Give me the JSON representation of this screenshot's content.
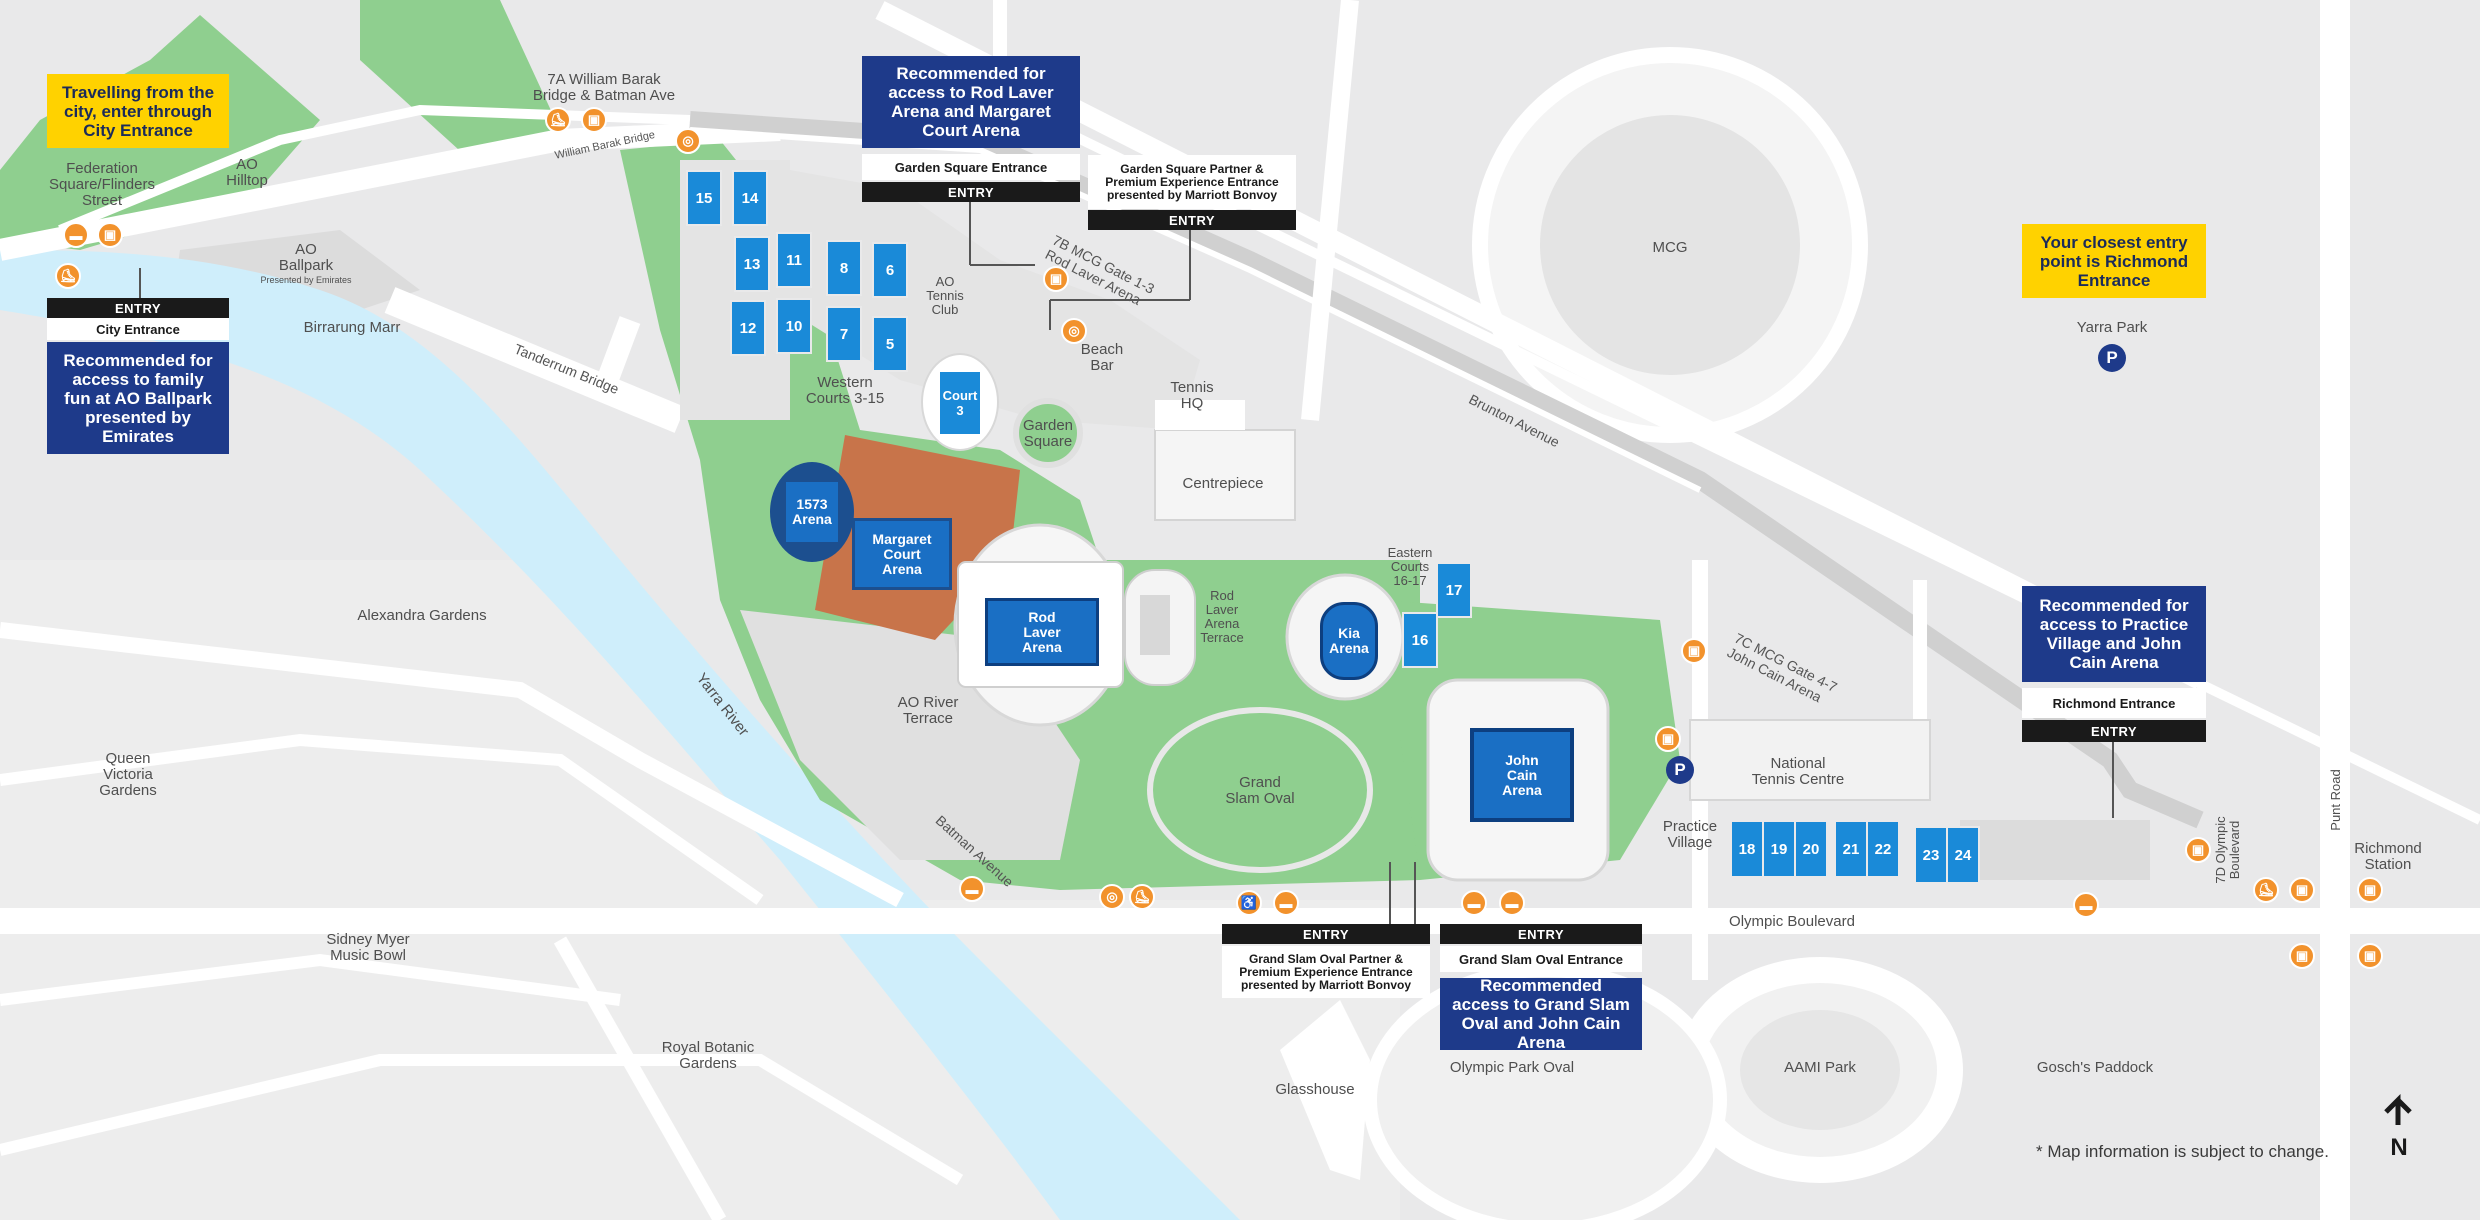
{
  "labels": {
    "federation": "Federation\nSquare/Flinders\nStreet",
    "ao_hilltop": "AO\nHilltop",
    "ao_ballpark": "AO\nBallpark",
    "ballpark_sub": "Presented by Emirates",
    "birrarung": "Birrarung Marr",
    "alexandra": "Alexandra Gardens",
    "queen_victoria": "Queen\nVictoria\nGardens",
    "sidney_myer": "Sidney Myer\nMusic Bowl",
    "royal_botanic": "Royal Botanic\nGardens",
    "yarra_river": "Yarra River",
    "wb_bridge_top": "7A William Barak\nBridge & Batman Ave",
    "ao_tennis_club": "AO\nTennis\nClub",
    "western_courts": "Western\nCourts 3-15",
    "garden_square": "Garden\nSquare",
    "beach_bar": "Beach\nBar",
    "tennis_hq": "Tennis\nHQ",
    "centrepiece": "Centrepiece",
    "rod_laver_terrace": "Rod\nLaver\nArena\nTerrace",
    "ao_river_terrace": "AO River\nTerrace",
    "grand_slam_oval": "Grand\nSlam Oval",
    "eastern_courts": "Eastern\nCourts\n16-17",
    "mcg": "MCG",
    "yarra_park": "Yarra Park",
    "national_tennis": "National\nTennis Centre",
    "practice_village": "Practice\nVillage",
    "olympic_park_oval": "Olympic Park Oval",
    "aami_park": "AAMI Park",
    "goschs": "Gosch's Paddock",
    "glasshouse": "Glasshouse",
    "richmond_station": "Richmond\nStation"
  },
  "streets": {
    "william_barak": "William Barak Bridge",
    "tanderrum": "Tanderrum Bridge",
    "batman": "Batman Avenue",
    "brunton": "Brunton Avenue",
    "gate_1_3": "7B MCG Gate 1-3\nRod Laver Arena",
    "gate_4_7": "7C MCG Gate 4-7\nJohn Cain Arena",
    "olympic_blvd": "Olympic Boulevard",
    "olympic_blvd_v": "7D Olympic\nBoulevard",
    "punt_road": "Punt Road"
  },
  "courts": {
    "c15": "15",
    "c14": "14",
    "c13": "13",
    "c11": "11",
    "c8": "8",
    "c6": "6",
    "c12": "12",
    "c10": "10",
    "c7": "7",
    "c5": "5",
    "c17": "17",
    "c16": "16",
    "c18": "18",
    "c19": "19",
    "c20": "20",
    "c21": "21",
    "c22": "22",
    "c23": "23",
    "c24": "24"
  },
  "arenas": {
    "court3": "Court\n3",
    "a1573": "1573\nArena",
    "margaret": "Margaret\nCourt\nArena",
    "rod_laver": "Rod\nLaver\nArena",
    "kia": "Kia\nArena",
    "john_cain": "John\nCain\nArena"
  },
  "callouts": {
    "city_yellow": "Travelling from the city, enter through City Entrance",
    "city_blue": "Recommended for access to family fun at AO Ballpark presented by Emirates",
    "garden_blue": "Recommended for access to Rod Laver Arena and Margaret Court Arena",
    "richmond_yellow": "Your closest entry point is Richmond Entrance",
    "richmond_blue": "Recommended for access to Practice Village and John Cain Arena",
    "gso_blue": "Recommended access to Grand Slam Oval and John Cain Arena"
  },
  "entries": {
    "entry_word": "ENTRY",
    "city": "City Entrance",
    "garden_square": "Garden Square Entrance",
    "garden_partner": "Garden Square Partner &\nPremium Experience Entrance\npresented by Marriott Bonvoy",
    "richmond": "Richmond Entrance",
    "gso": "Grand Slam Oval Entrance",
    "gso_partner": "Grand Slam Oval Partner &\nPremium Experience Entrance\npresented by Marriott Bonvoy"
  },
  "icons": {
    "tram": "tram-icon",
    "taxi": "taxi-icon",
    "scooter": "scooter-icon",
    "bike": "bike-icon",
    "accessible": "accessible-icon",
    "parking": "P"
  },
  "north": "N",
  "note": "* Map information is subject to change.",
  "colors": {
    "ground": "#e9e9ea",
    "road": "#ffffff",
    "green": "#8fcf8f",
    "river": "#cfeefb",
    "court": "#1a8ad8",
    "arena_dark": "#1c4f8f",
    "callout_blue": "#1e3a8a",
    "callout_yellow": "#ffd200",
    "transport": "#f2922c",
    "clay": "#c8744a"
  }
}
